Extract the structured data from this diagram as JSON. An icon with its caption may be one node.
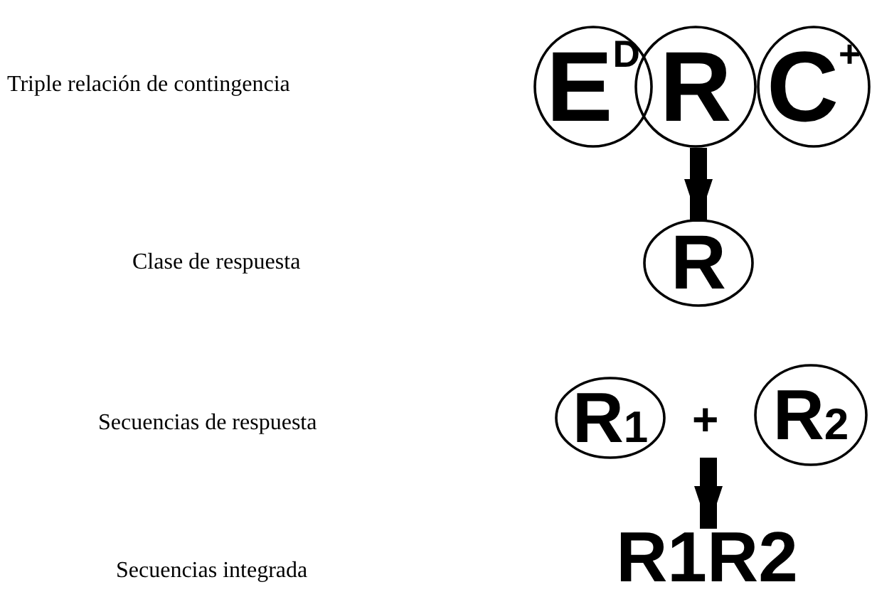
{
  "diagram": {
    "nodes": [
      {
        "text": [
          "E$^{D}$"
        ]
      },
      {
        "text": [
          "R"
        ]
      },
      {
        "text": [
          "C$^{+}$"
        ]
      },
      {
        "text": [
          "R"
        ]
      },
      {
        "text": [
          "R$_{1}$"
        ]
      },
      {
        "text": [
          "R$_{2}$"
        ]
      },
      {
        "text": [
          "R1R2"
        ]
      }
    ],
    "edges": [
      {
        "from": 1,
        "to": 3,
        "arrow": "to"
      },
      {
        "from": null,
        "to": 6,
        "arrow": "to"
      }
    ],
    "labels": [
      "Triple relación de contingencia",
      "Clase de respuesta",
      "Secuencias de respuesta",
      "+",
      "Secuencias integrada"
    ]
  }
}
